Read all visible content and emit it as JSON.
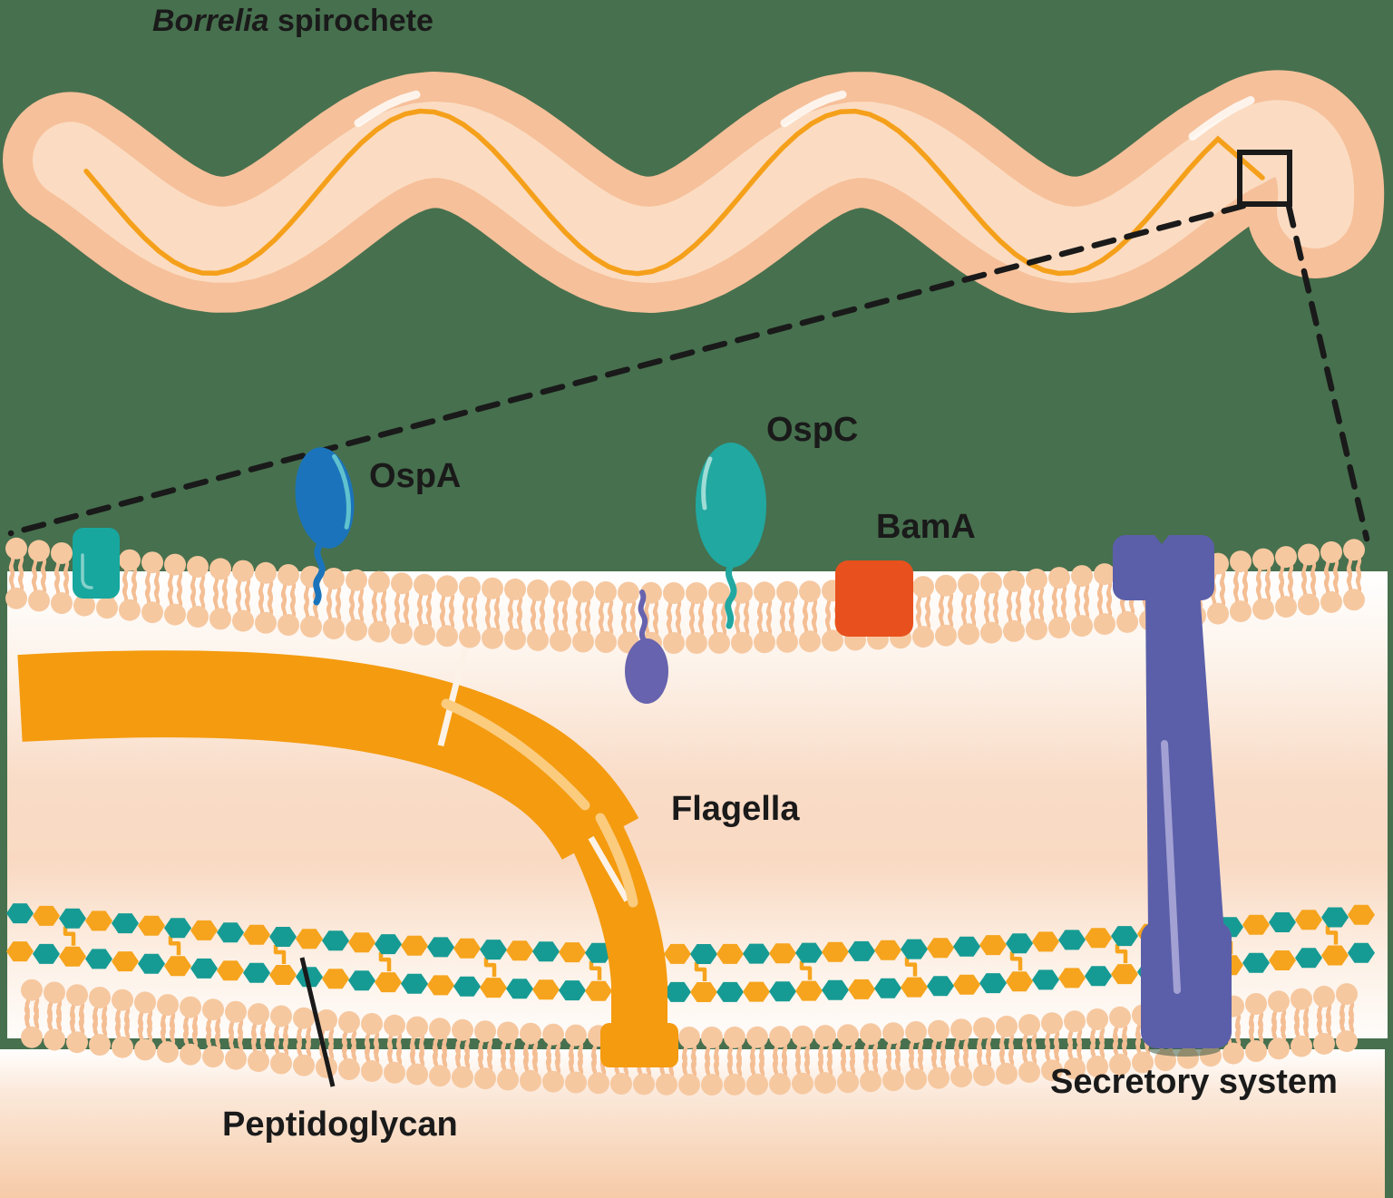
{
  "title": {
    "italic": "Borrelia",
    "rest": " spirochete"
  },
  "callouts": {
    "ospA": "OspA",
    "ospC": "OspC",
    "bamA": "BamA",
    "flagella": "Flagella",
    "peptidoglycan": "Peptidoglycan",
    "secretory_system": "Secretory system"
  },
  "colors": {
    "background": "#47704E",
    "ink": "#1A1A1A",
    "body": "#F6C09A",
    "body_inner": "#FBDCC2",
    "filament": "#F5A01B",
    "flagella": "#F49B0F",
    "flagella_highlight": "#FBCB7E",
    "flagella_gap": "#FDF2E7",
    "lipid_head": "#F6C8A0",
    "lipid_tail": "#F4BE94",
    "teal_protein": "#17A79E",
    "teal_protein_highlight": "#90D6CE",
    "ospA_blue": "#1B74BB",
    "ospA_highlight": "#63C6CF",
    "ospC_teal": "#21A8A0",
    "ospC_highlight": "#A5DED9",
    "bamA_red": "#E8511D",
    "purple": "#5B5FA9",
    "purple_light": "#6763AE",
    "purple_highlight": "#A7A5D6",
    "pg_teal": "#169B94",
    "pg_orange": "#F6A41D",
    "periplasm_top": "#FFFFFF",
    "periplasm_mid": "#F9DCC7",
    "periplasm_bottom": "#FEFCFA",
    "cytoplasm_top": "#FFFEFD",
    "cytoplasm_bottom": "#F6CBA8"
  }
}
